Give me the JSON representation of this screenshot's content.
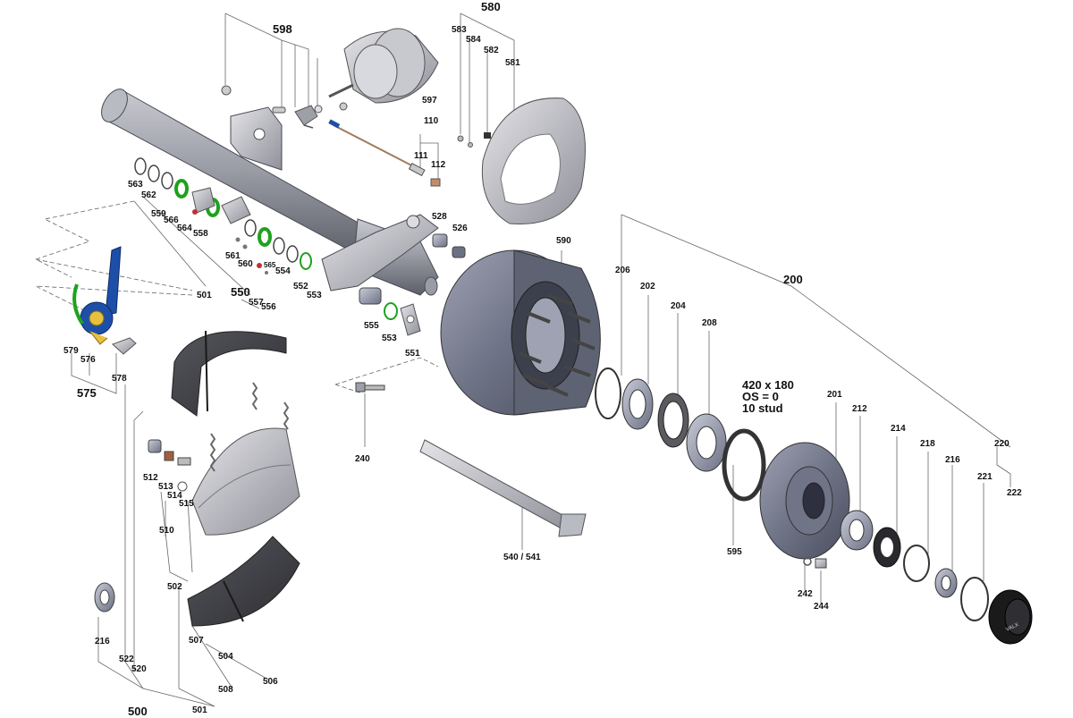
{
  "colors": {
    "axle_grey": "#8e8f98",
    "drum_blue_grey": "#6f7486",
    "lining_dark": "#3f3f43",
    "accent_green": "#1fa11f",
    "adjuster_blue": "#1d4fa8",
    "leader_line": "#555555",
    "hub_cap_black": "#1a1a1a"
  },
  "spec_text": [
    "420 x 180",
    "OS = 0",
    "10 stud"
  ],
  "hub_cap_text": "VALX",
  "labels": {
    "l598": "598",
    "l580": "580",
    "l583": "583",
    "l584": "584",
    "l582": "582",
    "l581": "581",
    "l597": "597",
    "l110": "110",
    "l111": "111",
    "l112": "112",
    "l563": "563",
    "l562": "562",
    "l559": "559",
    "l566": "566",
    "l564": "564",
    "l558": "558",
    "l561": "561",
    "l560": "560",
    "l565": "565",
    "l554": "554",
    "l552": "552",
    "l553a": "553",
    "l550": "550",
    "l557": "557",
    "l556": "556",
    "l528": "528",
    "l526": "526",
    "l555": "555",
    "l553b": "553",
    "l551": "551",
    "l590": "590",
    "l579": "579",
    "l576": "576",
    "l575": "575",
    "l578": "578",
    "l501a": "501",
    "l206": "206",
    "l202": "202",
    "l204": "204",
    "l208": "208",
    "l200": "200",
    "l201": "201",
    "l212": "212",
    "l214": "214",
    "l218": "218",
    "l216a": "216",
    "l220": "220",
    "l221": "221",
    "l222": "222",
    "l240": "240",
    "l512": "512",
    "l513": "513",
    "l514": "514",
    "l515": "515",
    "l510": "510",
    "l502": "502",
    "l540": "540 / 541",
    "l595": "595",
    "l242": "242",
    "l244": "244",
    "l216b": "216",
    "l522": "522",
    "l520": "520",
    "l507": "507",
    "l504": "504",
    "l508": "508",
    "l506": "506",
    "l500": "500",
    "l501b": "501"
  }
}
